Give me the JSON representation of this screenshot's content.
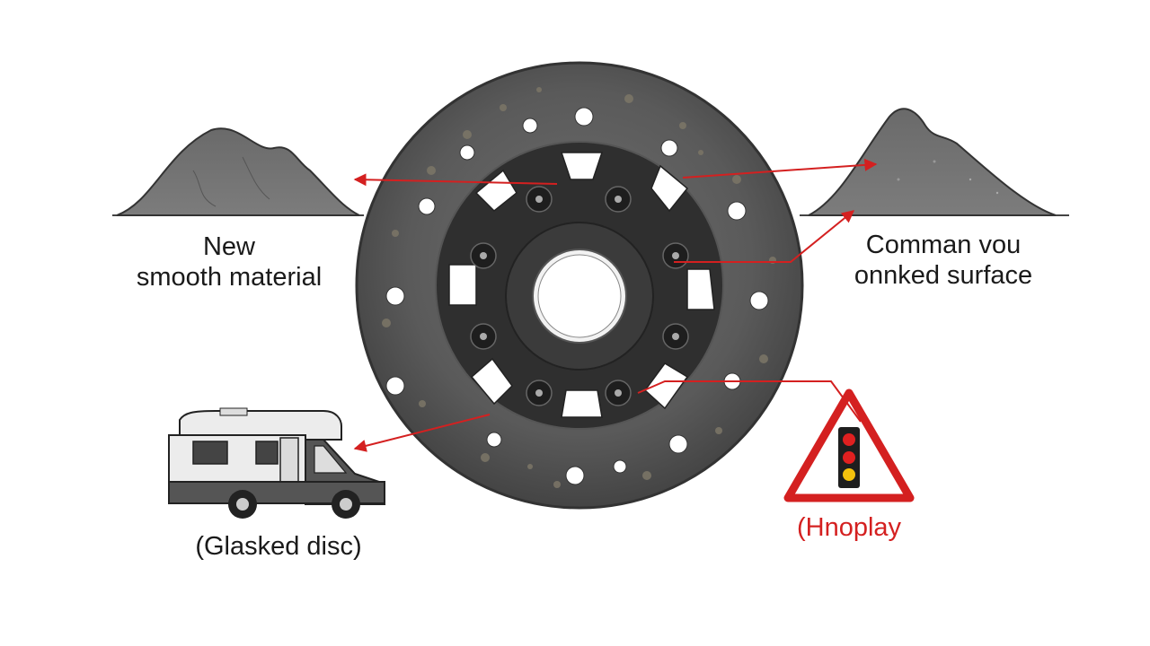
{
  "labels": {
    "left_line1": "New",
    "left_line2": "smooth material",
    "right_line1": "Comman vou",
    "right_line2": "onnked surface",
    "bottom_left": "(Glasked disc)",
    "bottom_right": "(Hnoplay"
  },
  "icons": {
    "disc": "brake-disc-icon",
    "left_profile": "smooth-surface-profile-icon",
    "right_profile": "rough-surface-profile-icon",
    "vehicle": "camper-van-icon",
    "warning": "warning-triangle-icon",
    "traffic_light": "traffic-light-icon"
  },
  "colors": {
    "arrow": "#d42020",
    "label_text": "#1a1a1a",
    "warning_text": "#d42020",
    "disc_outer": "#5e5e5e",
    "disc_hub": "#3a3a3a",
    "background": "#ffffff"
  }
}
